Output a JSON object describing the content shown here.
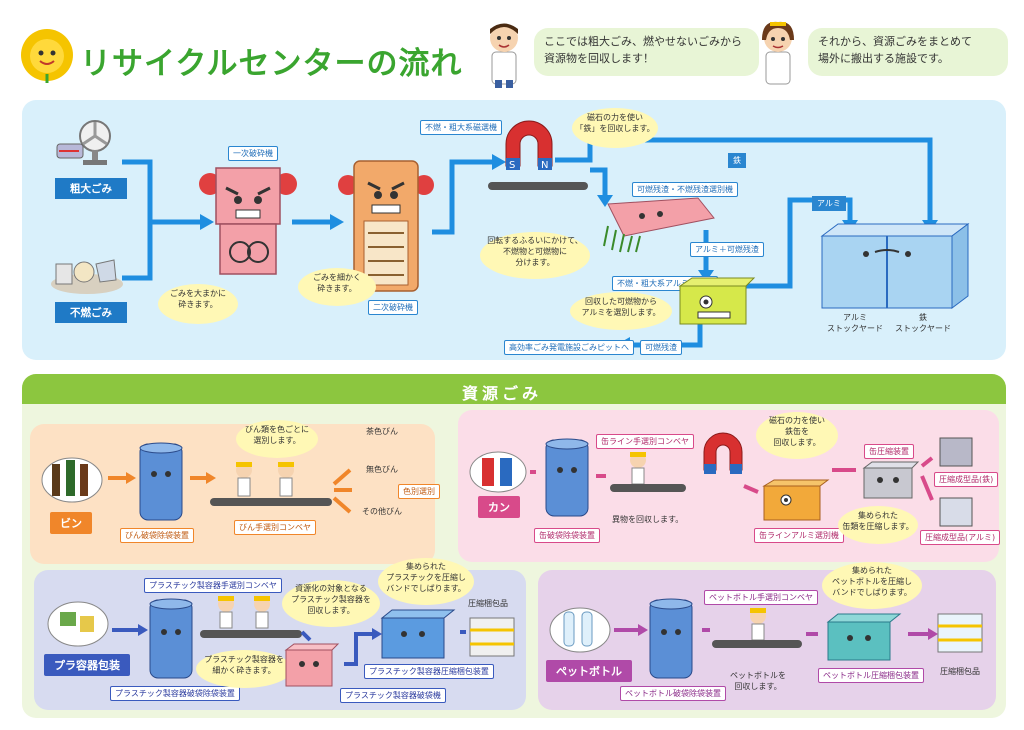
{
  "header": {
    "title": "リサイクルセンターの流れ",
    "bubble_left": [
      "ここでは粗大ごみ、燃やせないごみから",
      "資源物を回収します！"
    ],
    "bubble_right": [
      "それから、資源ごみをまとめて",
      "場外に搬出する施設です。"
    ]
  },
  "top": {
    "inputs": [
      "粗大ごみ",
      "不燃ごみ"
    ],
    "crusher1_label": "一次破砕機",
    "crusher1_note": [
      "ごみを大まかに",
      "砕きます。"
    ],
    "crusher2_label": "二次破砕機",
    "crusher2_note": [
      "ごみを細かく",
      "砕きます。"
    ],
    "magnet_label": "不燃・粗大系磁選機",
    "magnet_note": [
      "磁石の力を使い",
      "「鉄」を回収します。"
    ],
    "screen_label": "可燃残渣・不燃残渣選別機",
    "screen_note": [
      "回転するふるいにかけて、",
      "不燃物と可燃物に",
      "分けます。"
    ],
    "mix_label": "アルミ＋可燃残渣",
    "alsep_label": "不燃・粗大系アルミ選別機",
    "alsep_note": [
      "回収した可燃物から",
      "アルミを選別します。"
    ],
    "residue_label": "可燃残渣",
    "pit_label": "高効率ごみ発電施設ごみピットへ",
    "iron_tag": "鉄",
    "alu_tag": "アルミ",
    "stock_alu": [
      "アルミ",
      "ストックヤード"
    ],
    "stock_iron": [
      "鉄",
      "ストックヤード"
    ]
  },
  "resource": {
    "banner": "資源ごみ",
    "bin": {
      "tag": "ビン",
      "crusher": "びん破袋除袋装置",
      "conveyor": "びん手選別コンベヤ",
      "note": [
        "びん類を色ごとに",
        "選別します。"
      ],
      "outputs": [
        "茶色びん",
        "無色びん",
        "色別選別",
        "その他びん"
      ]
    },
    "can": {
      "tag": "カン",
      "crusher": "缶破袋除袋装置",
      "line": "缶ライン手選別コンベヤ",
      "line_note": "異物を回収します。",
      "magnet_note": [
        "磁石の力を使い",
        "鉄缶を",
        "回収します。"
      ],
      "alsep": "缶ラインアルミ選別機",
      "press": "缶圧縮装置",
      "press_note": [
        "集められた",
        "缶類を圧縮します。"
      ],
      "out_iron": "圧縮成型品(鉄)",
      "out_alu": "圧縮成型品(アルミ)"
    },
    "plastic": {
      "tag": "プラ容器包装",
      "crusher": "プラスチック製容器破袋除袋装置",
      "conveyor": "プラスチック製容器手選別コンベヤ",
      "conveyor_note": [
        "資源化の対象となる",
        "プラスチック製容器を",
        "回収します。"
      ],
      "breaker": "プラスチック製容器破袋機",
      "breaker_note": [
        "プラスチック製容器を",
        "細かく砕きます。"
      ],
      "press": "プラスチック製容器圧縮梱包装置",
      "press_note": [
        "集められた",
        "プラスチックを圧縮し",
        "バンドでしばります。"
      ],
      "out": "圧縮梱包品"
    },
    "pet": {
      "tag": "ペットボトル",
      "crusher": "ペットボトル破袋除袋装置",
      "conveyor": "ペットボトル手選別コンベヤ",
      "conveyor_note": [
        "ペットボトルを",
        "回収します。"
      ],
      "press": "ペットボトル圧縮梱包装置",
      "press_note": [
        "集められた",
        "ペットボトルを圧縮し",
        "バンドでしばります。"
      ],
      "out": "圧縮梱包品"
    }
  }
}
